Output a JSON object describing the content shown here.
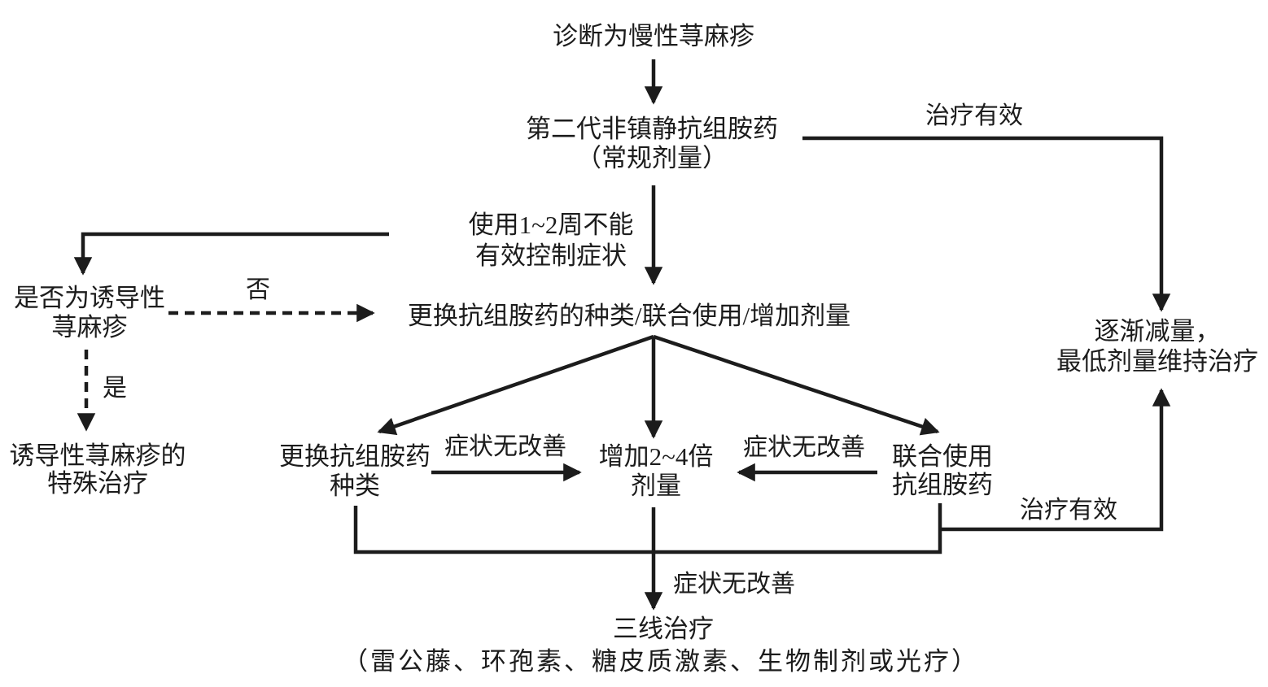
{
  "diagram": {
    "background_color": "#ffffff",
    "line_color": "#1c1c1c",
    "text_color": "#1c1c1c",
    "nodes": {
      "diagnosis": "诊断为慢性荨麻疹",
      "second_gen_antihistamine": "第二代非镇静抗组胺药",
      "second_gen_dose": "（常规剂量）",
      "adjust_strategy": "更换抗组胺药的种类/联合使用/增加剂量",
      "inducible_question_1": "是否为诱导性",
      "inducible_question_2": "荨麻疹",
      "special_treatment_1": "诱导性荨麻疹的",
      "special_treatment_2": "特殊治疗",
      "switch_type_1": "更换抗组胺药",
      "switch_type_2": "种类",
      "increase_dose_1": "增加2~4倍",
      "increase_dose_2": "剂量",
      "combine_use_1": "联合使用",
      "combine_use_2": "抗组胺药",
      "taper_1": "逐渐减量，",
      "taper_2": "最低剂量维持治疗",
      "third_line": "三线治疗",
      "third_line_options": "（雷公藤、环孢素、糖皮质激素、生物制剂或光疗）"
    },
    "edge_labels": {
      "effective_top": "治疗有效",
      "effective_bottom": "治疗有效",
      "not_controlled_1": "使用1~2周不能",
      "not_controlled_2": "有效控制症状",
      "no": "否",
      "yes": "是",
      "no_improvement_left": "症状无改善",
      "no_improvement_right": "症状无改善",
      "no_improvement_bottom": "症状无改善"
    }
  }
}
